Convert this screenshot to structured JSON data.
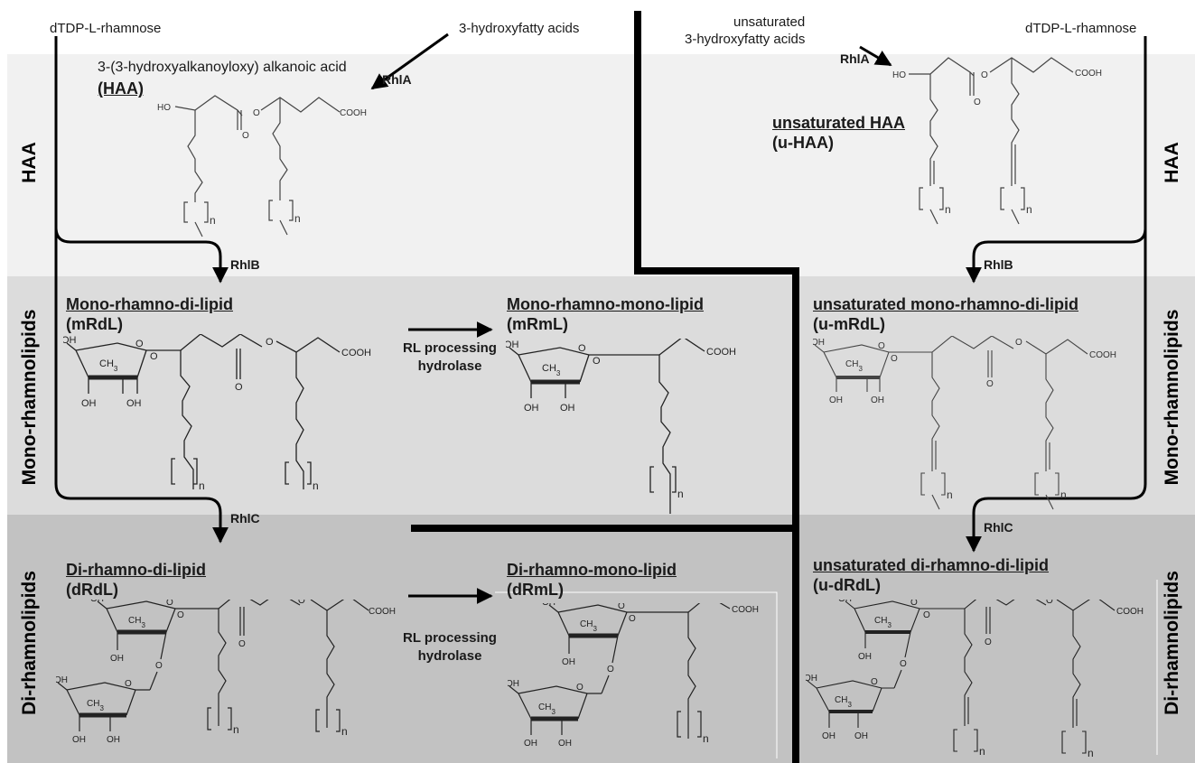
{
  "sources": {
    "dtdp_left": "dTDP-L-rhamnose",
    "fatty_acids": "3-hydroxyfatty acids",
    "unsat_fatty_acids_line1": "unsaturated",
    "unsat_fatty_acids_line2": "3-hydroxyfatty acids",
    "dtdp_right": "dTDP-L-rhamnose"
  },
  "enzymes": {
    "rhla_left": "RhlA",
    "rhla_right": "RhlA",
    "rhlb_left": "RhlB",
    "rhlb_right": "RhlB",
    "rhlc_left": "RhlC",
    "rhlc_right": "RhlC"
  },
  "rows": {
    "haa_left": "HAA",
    "haa_right": "HAA",
    "mono_left": "Mono-rhamnolipids",
    "mono_right": "Mono-rhamnolipids",
    "di_left": "Di-rhamnolipids",
    "di_right": "Di-rhamnolipids"
  },
  "compounds": {
    "haa_full": "3-(3-hydroxyalkanoyloxy) alkanoic acid",
    "haa_abbr": "(HAA)",
    "uhaa_name": "unsaturated HAA",
    "uhaa_abbr": "(u-HAA)",
    "mrdl_name": "Mono-rhamno-di-lipid",
    "mrdl_abbr": "(mRdL)",
    "mrml_name": "Mono-rhamno-mono-lipid",
    "mrml_abbr": "(mRmL)",
    "umrdl_name": "unsaturated mono-rhamno-di-lipid",
    "umrdl_abbr": "(u-mRdL)",
    "drdl_name": "Di-rhamno-di-lipid",
    "drdl_abbr": "(dRdL)",
    "drml_name": "Di-rhamno-mono-lipid",
    "drml_abbr": "(dRmL)",
    "udrdl_name": "unsaturated di-rhamno-di-lipid",
    "udrdl_abbr": "(u-dRdL)"
  },
  "processing": {
    "mono_line1": "RL processing",
    "mono_line2": "hydrolase",
    "di_line1": "RL processing",
    "di_line2": "hydrolase"
  },
  "atoms": {
    "ho": "HO",
    "o": "O",
    "cooh": "COOH",
    "ch3": "CH3",
    "oh": "OH",
    "n": "n"
  },
  "colors": {
    "band_haa": "#f1f1f1",
    "band_mono": "#dcdcdc",
    "band_di": "#c2c2c2",
    "lines": "#000000"
  }
}
